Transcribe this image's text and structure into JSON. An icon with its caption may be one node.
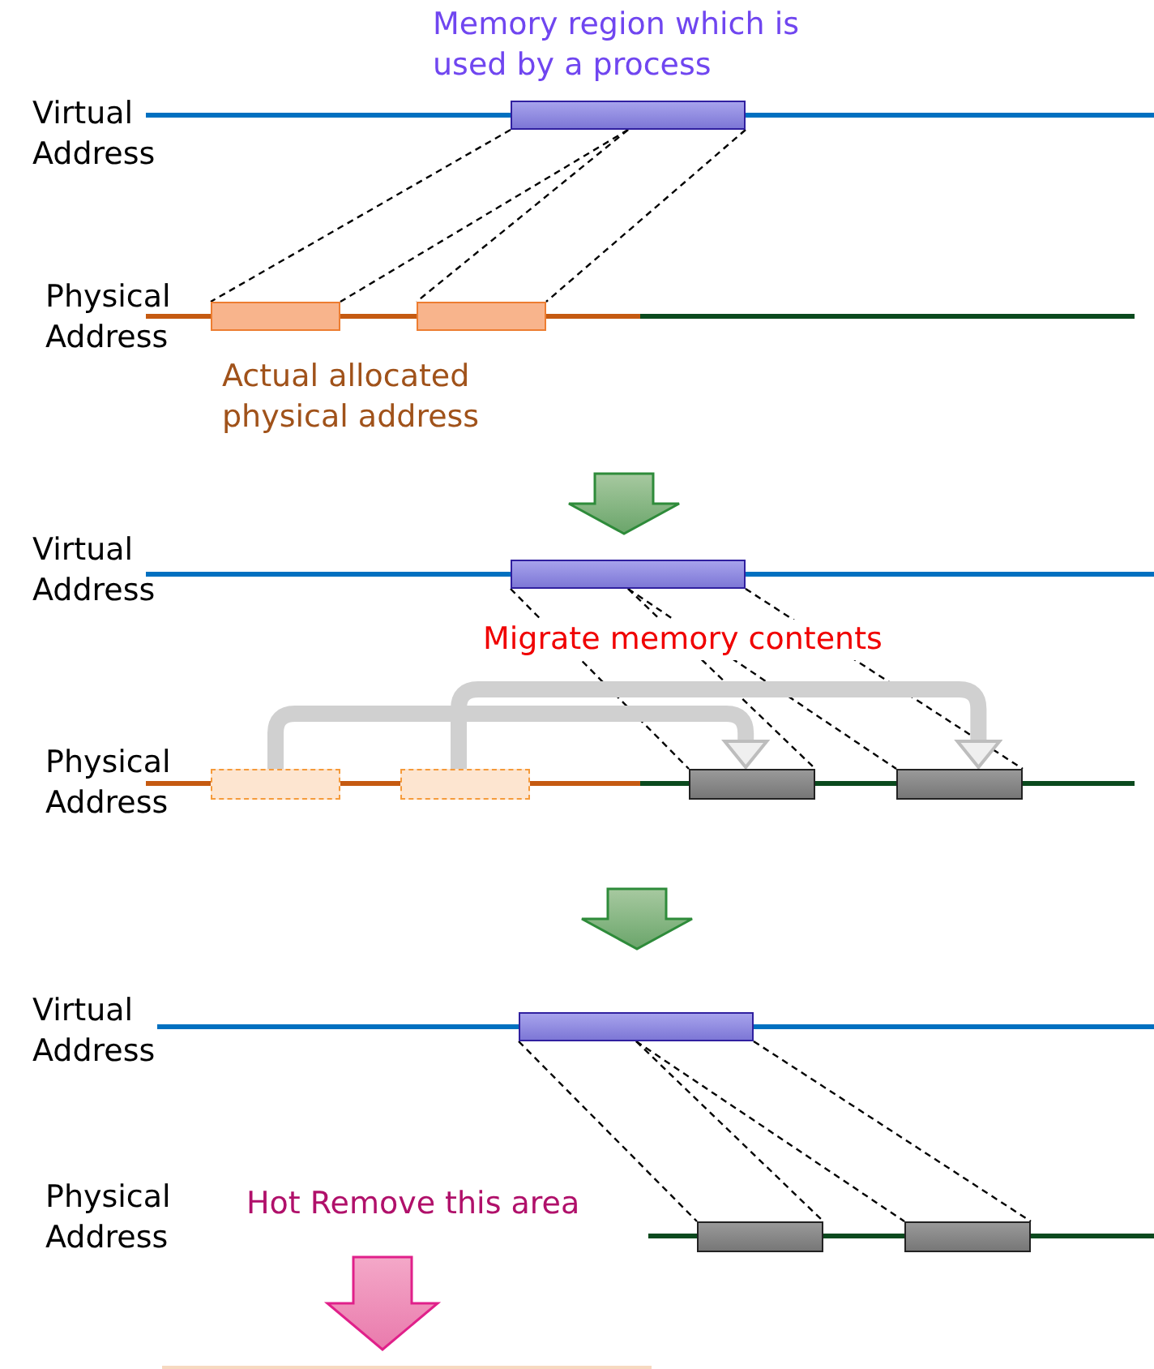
{
  "diagram": {
    "nodes": [
      {
        "text": [],
        "shape": "box"
      },
      {
        "text": [],
        "shape": "box"
      },
      {
        "text": [],
        "shape": "box"
      },
      {
        "text": [],
        "shape": "box"
      },
      {
        "text": [],
        "shape": "box"
      },
      {
        "text": [],
        "shape": "box"
      },
      {
        "text": [],
        "shape": "box"
      },
      {
        "text": [],
        "shape": "box"
      },
      {
        "text": [],
        "shape": "box"
      },
      {
        "text": [],
        "shape": "box"
      },
      {
        "text": [],
        "shape": "box"
      }
    ],
    "edges": [
      {
        "from": 0,
        "to": 1,
        "arrow": "none",
        "style": "dashed"
      },
      {
        "from": 0,
        "to": 1,
        "arrow": "none",
        "style": "dashed"
      },
      {
        "from": 0,
        "to": 2,
        "arrow": "none",
        "style": "dashed"
      },
      {
        "from": 0,
        "to": 2,
        "arrow": "none",
        "style": "dashed"
      },
      {
        "from": 3,
        "to": 6,
        "arrow": "none",
        "style": "dashed"
      },
      {
        "from": 3,
        "to": 6,
        "arrow": "none",
        "style": "dashed"
      },
      {
        "from": 3,
        "to": 7,
        "arrow": "none",
        "style": "dashed"
      },
      {
        "from": 3,
        "to": 7,
        "arrow": "none",
        "style": "dashed"
      },
      {
        "from": 4,
        "to": 6,
        "arrow": "to",
        "style": "thick",
        "color": "#d0d0d0"
      },
      {
        "from": 5,
        "to": 7,
        "arrow": "to",
        "style": "thick",
        "color": "#d0d0d0"
      },
      {
        "from": 8,
        "to": 9,
        "arrow": "none",
        "style": "dashed"
      },
      {
        "from": 8,
        "to": 9,
        "arrow": "none",
        "style": "dashed"
      },
      {
        "from": 8,
        "to": 10,
        "arrow": "none",
        "style": "dashed"
      },
      {
        "from": 8,
        "to": 10,
        "arrow": "none",
        "style": "dashed"
      }
    ],
    "labels": [
      "Memory region which is used by a process",
      "Virtual Address",
      "Physical Address",
      "Actual allocated physical address",
      "Virtual Address",
      "Migrate memory contents",
      "Physical Address",
      "Virtual Address",
      "Physical Address",
      "Hot Remove this area"
    ]
  }
}
